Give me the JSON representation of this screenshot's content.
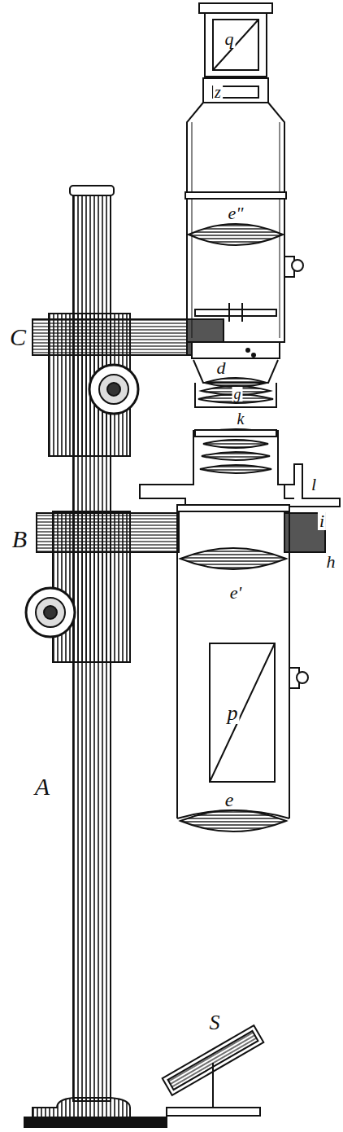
{
  "diagram": {
    "labels": [
      "q",
      "z",
      "e\"",
      "d",
      "C",
      "g",
      "k",
      "l",
      "i",
      "B",
      "h",
      "e'",
      "p",
      "A",
      "e",
      "S"
    ]
  }
}
